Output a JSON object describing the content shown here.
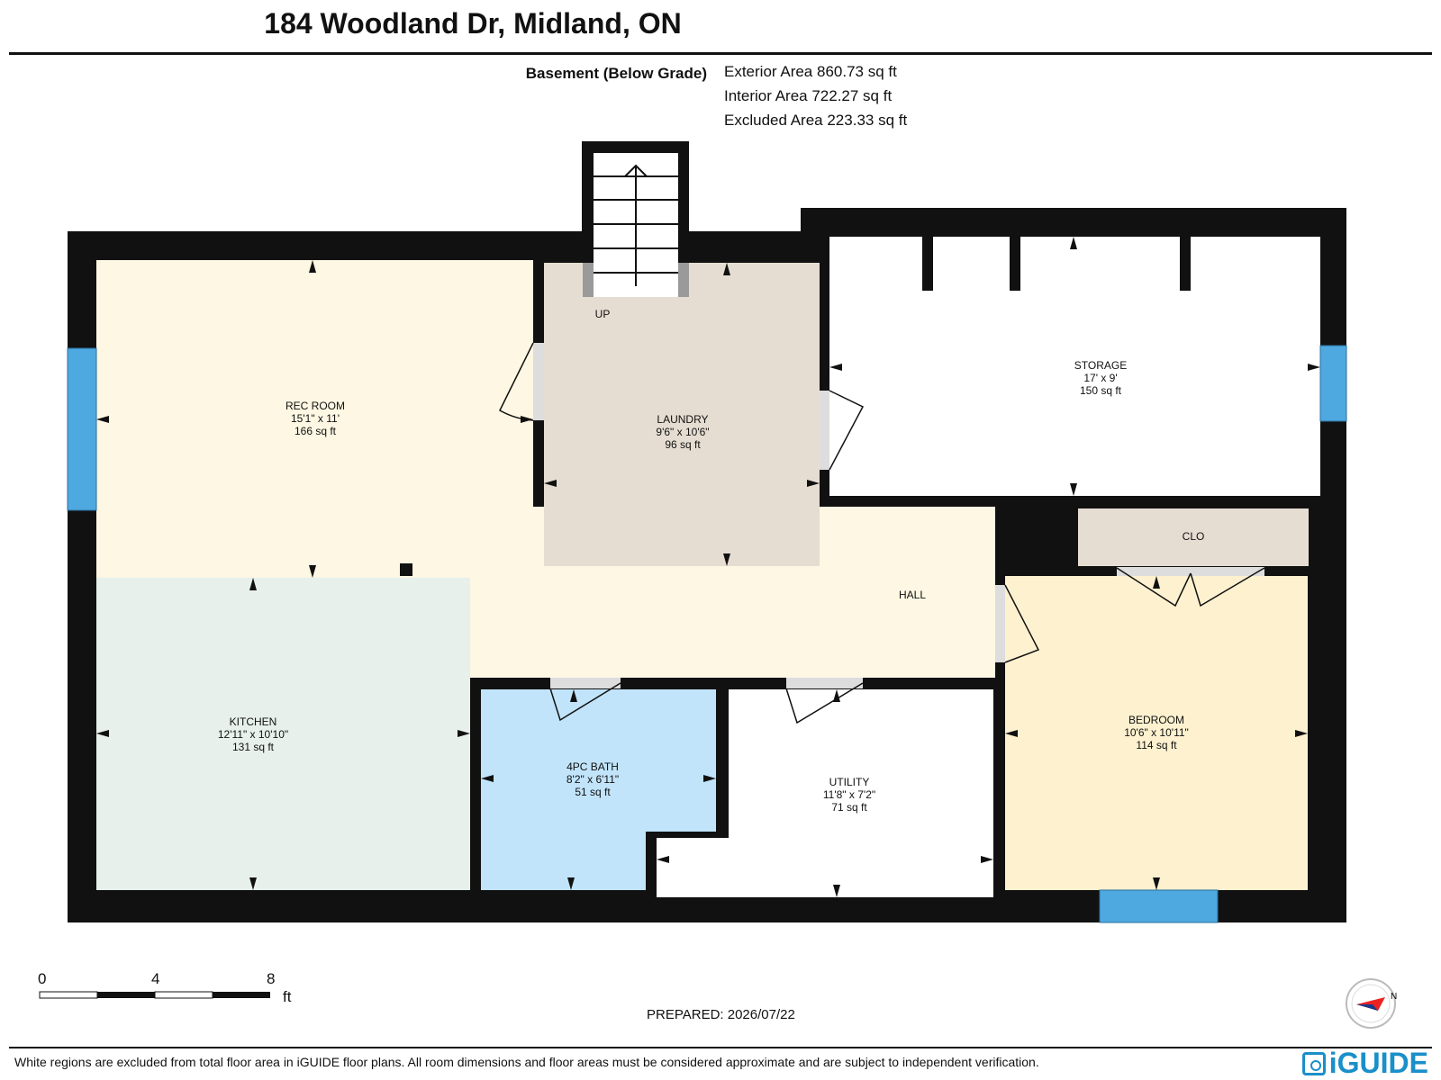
{
  "header": {
    "title": "184 Woodland Dr, Midland, ON",
    "floor_name": "Basement (Below Grade)",
    "exterior_area": "Exterior Area 860.73 sq ft",
    "interior_area": "Interior Area 722.27 sq ft",
    "excluded_area": "Excluded Area 223.33 sq ft"
  },
  "rooms": [
    {
      "name": "REC ROOM",
      "dims": "15'1\" x 11'",
      "area": "166 sq ft"
    },
    {
      "name": "LAUNDRY",
      "dims": "9'6\" x 10'6\"",
      "area": "96 sq ft"
    },
    {
      "name": "STORAGE",
      "dims": "17' x 9'",
      "area": "150 sq ft"
    },
    {
      "name": "KITCHEN",
      "dims": "12'11\" x 10'10\"",
      "area": "131 sq ft"
    },
    {
      "name": "4PC BATH",
      "dims": "8'2\" x 6'11\"",
      "area": "51 sq ft"
    },
    {
      "name": "UTILITY",
      "dims": "11'8\" x 7'2\"",
      "area": "71 sq ft"
    },
    {
      "name": "BEDROOM",
      "dims": "10'6\" x 10'11\"",
      "area": "114 sq ft"
    }
  ],
  "labels": {
    "hall": "HALL",
    "closet": "CLO",
    "stairs": "UP"
  },
  "scale": {
    "ticks": [
      "0",
      "4",
      "8"
    ],
    "unit": "ft"
  },
  "prepared": "PREPARED: 2026/07/22",
  "compass_letter": "N",
  "footer": {
    "disclaimer": "White regions are excluded from total floor area in iGUIDE floor plans. All room dimensions and floor areas must be considered approximate and are subject to independent verification.",
    "brand": "iGUIDE"
  },
  "colors": {
    "rec_room": "#fdf7e3",
    "laundry": "#e6ddd2",
    "storage": "#ffffff",
    "kitchen": "#e7f0ea",
    "bath": "#c1e4fa",
    "utility": "#ffffff",
    "bedroom": "#fdf1cf",
    "closet": "#e6ddd2",
    "wall": "#111111",
    "window": "#4ea9e0",
    "brand": "#1a8fc9"
  }
}
